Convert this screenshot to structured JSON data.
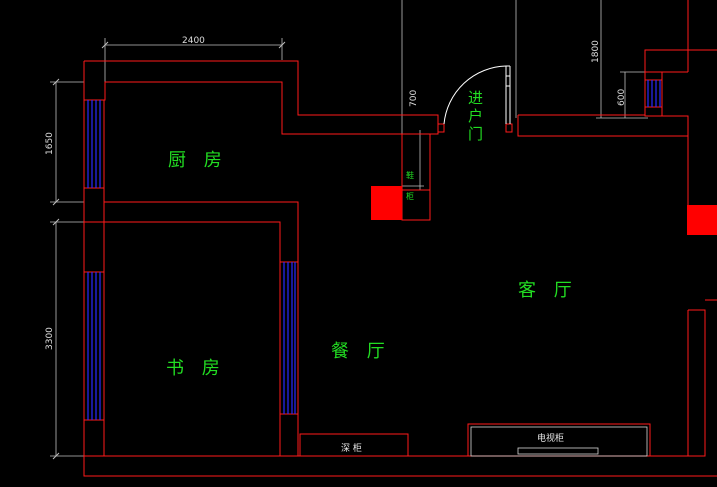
{
  "rooms": {
    "kitchen": "厨 房",
    "study": "书 房",
    "dining": "餐 厅",
    "living": "客 厅",
    "entry_door": [
      "进",
      "户",
      "门"
    ]
  },
  "dimensions": {
    "top_width": "2400",
    "kitchen_height": "1650",
    "study_height": "3300",
    "door_side": "700",
    "right_top": "1800",
    "right_window": "600"
  },
  "furniture": {
    "tv_cabinet": "电视柜",
    "shoe_cabinet": "深 柜",
    "small_label_1": "鞋",
    "small_label_2": "柜"
  },
  "colors": {
    "background": "#000000",
    "wall": "#ff1a1a",
    "text": "#22dd22",
    "window": "#2a2aff",
    "column": "#ff0000"
  }
}
